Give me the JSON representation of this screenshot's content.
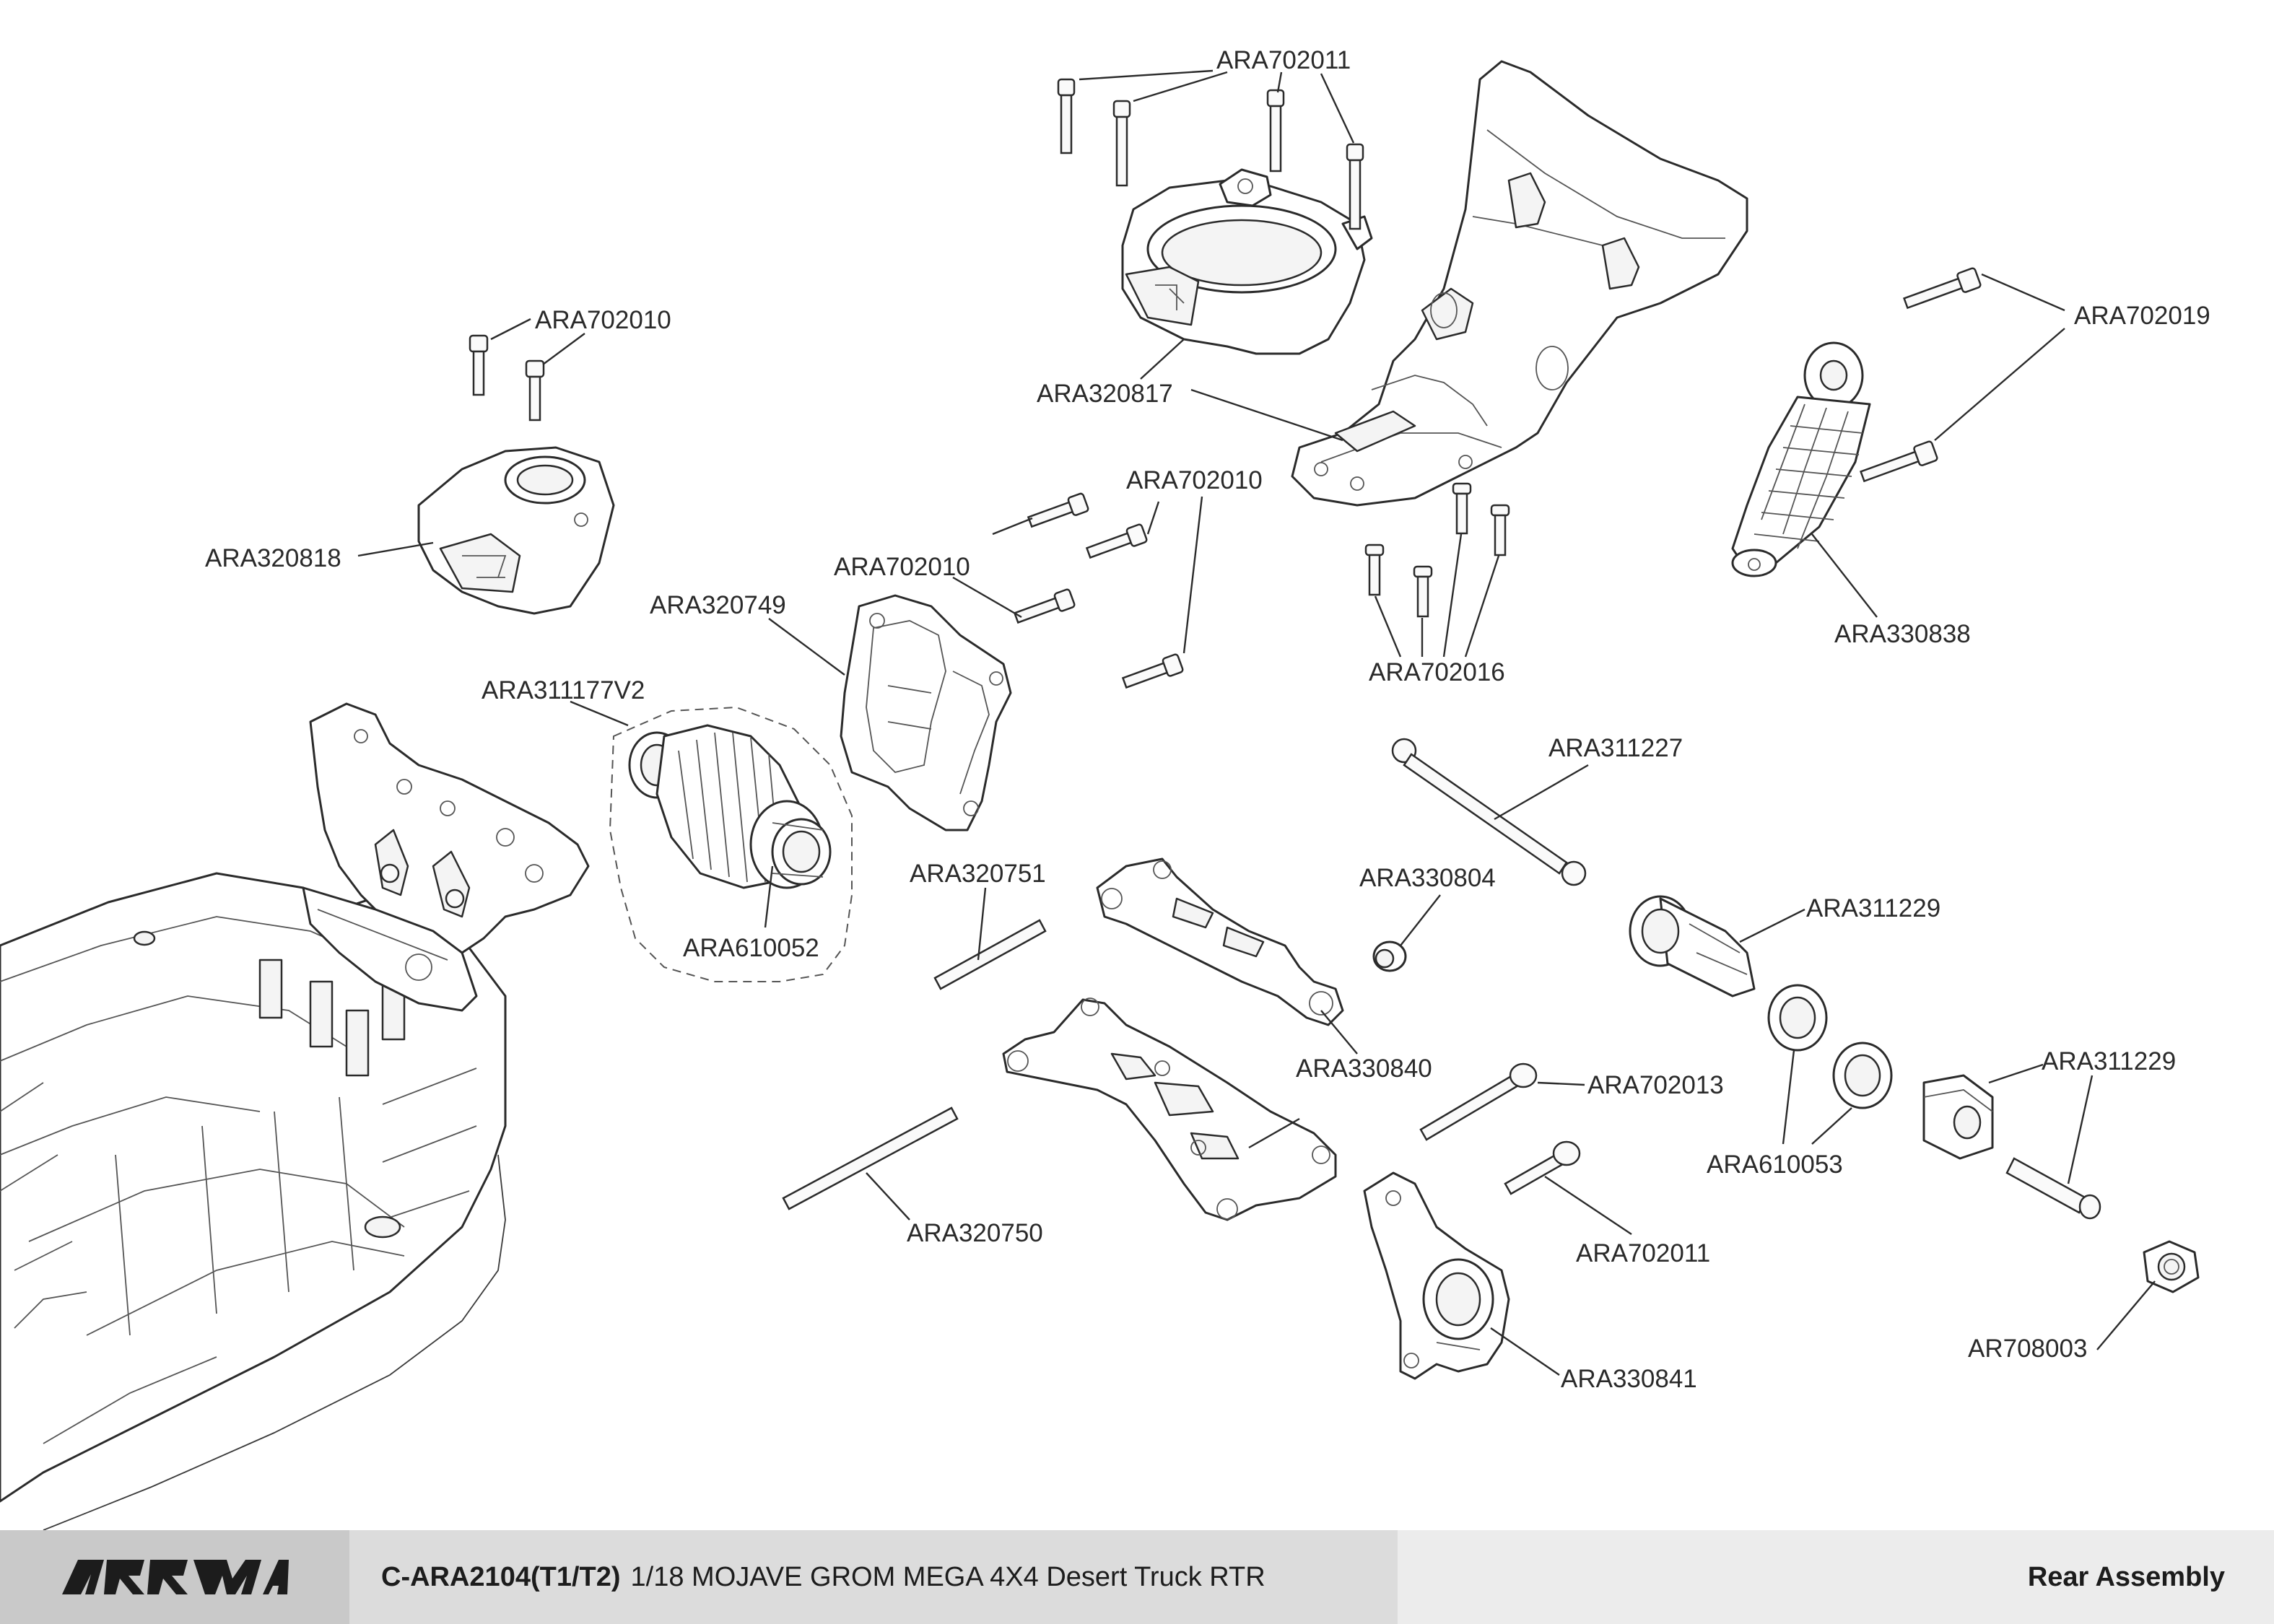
{
  "callouts": [
    {
      "id": "ara702011-top",
      "label": "ARA702011"
    },
    {
      "id": "ara702010-left",
      "label": "ARA702010"
    },
    {
      "id": "ara320817",
      "label": "ARA320817"
    },
    {
      "id": "ara702019",
      "label": "ARA702019"
    },
    {
      "id": "ara320818",
      "label": "ARA320818"
    },
    {
      "id": "ara702010-mid-right",
      "label": "ARA702010"
    },
    {
      "id": "ara702010-mid",
      "label": "ARA702010"
    },
    {
      "id": "ara320749",
      "label": "ARA320749"
    },
    {
      "id": "ara330838",
      "label": "ARA330838"
    },
    {
      "id": "ara702016",
      "label": "ARA702016"
    },
    {
      "id": "ara311177v2",
      "label": "ARA311177V2"
    },
    {
      "id": "ara311227",
      "label": "ARA311227"
    },
    {
      "id": "ara320751",
      "label": "ARA320751"
    },
    {
      "id": "ara330804",
      "label": "ARA330804"
    },
    {
      "id": "ara311229-upper",
      "label": "ARA311229"
    },
    {
      "id": "ara610052",
      "label": "ARA610052"
    },
    {
      "id": "ara330840",
      "label": "ARA330840"
    },
    {
      "id": "ara311229-lower",
      "label": "ARA311229"
    },
    {
      "id": "ara702013",
      "label": "ARA702013"
    },
    {
      "id": "ara610053",
      "label": "ARA610053"
    },
    {
      "id": "ara320750",
      "label": "ARA320750"
    },
    {
      "id": "ara702011-bottom",
      "label": "ARA702011"
    },
    {
      "id": "ara330841",
      "label": "ARA330841"
    },
    {
      "id": "ar708003",
      "label": "AR708003"
    }
  ],
  "footer": {
    "brand": "ARRMA",
    "model_code": "C-ARA2104(T1/T2)",
    "model_name": "1/18 MOJAVE GROM MEGA 4X4 Desert Truck RTR",
    "section_title": "Rear Assembly"
  }
}
